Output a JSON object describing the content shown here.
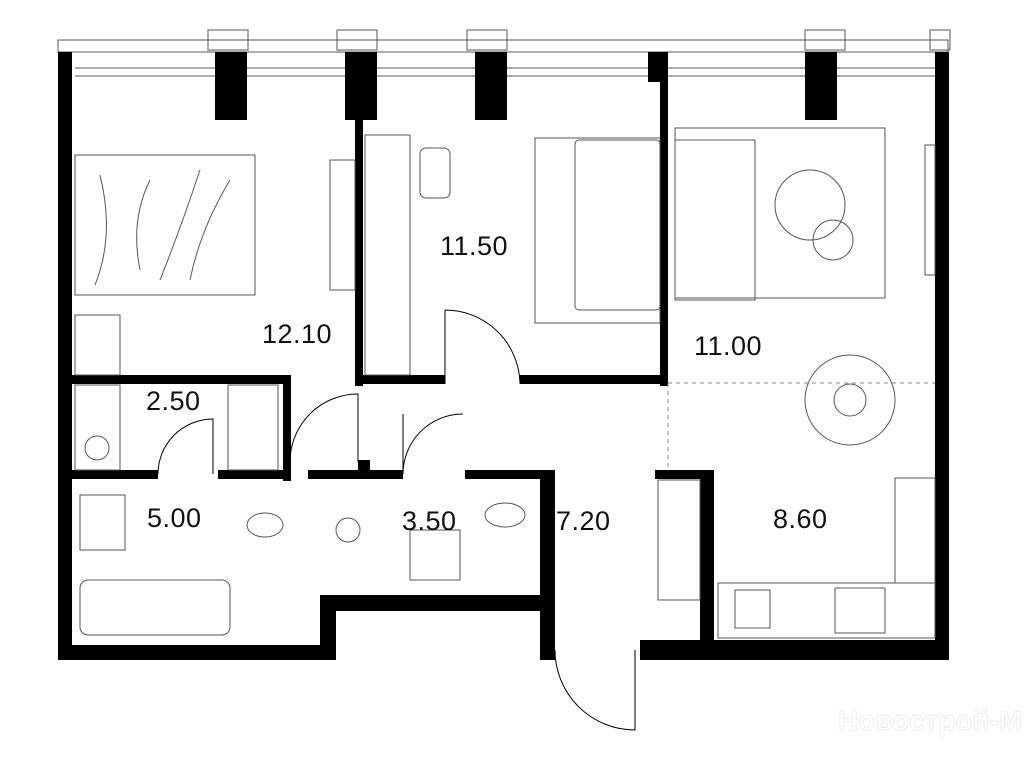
{
  "rooms": [
    {
      "id": "bedroom-1",
      "area": "12.10"
    },
    {
      "id": "bedroom-2",
      "area": "11.50"
    },
    {
      "id": "living",
      "area": "11.00"
    },
    {
      "id": "laundry",
      "area": "2.50"
    },
    {
      "id": "bathroom",
      "area": "5.00"
    },
    {
      "id": "wc",
      "area": "3.50"
    },
    {
      "id": "hall",
      "area": "7.20"
    },
    {
      "id": "kitchen",
      "area": "8.60"
    }
  ],
  "watermark": "Новострой-М"
}
